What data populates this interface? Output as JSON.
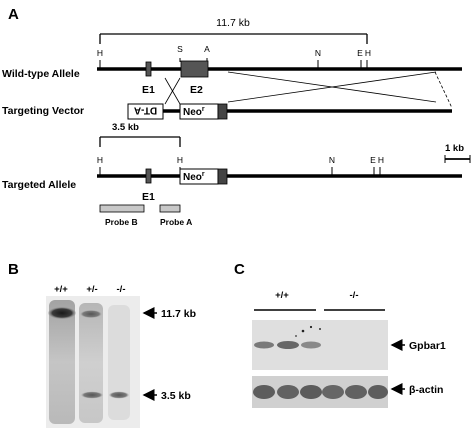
{
  "panelA": {
    "label": "A",
    "size_11_7": "11.7 kb",
    "size_3_5": "3.5 kb",
    "scale": "1 kb",
    "rows": {
      "wildtype": "Wild-type Allele",
      "vector": "Targeting Vector",
      "targeted": "Targeted Allele"
    },
    "sites": {
      "H": "H",
      "S": "S",
      "A": "A",
      "N": "N",
      "E": "E"
    },
    "exons": {
      "e1": "E1",
      "e2": "E2"
    },
    "dta": "DT-A",
    "neo": "Neo",
    "neo_sup": "r",
    "probes": {
      "b": "Probe B",
      "a": "Probe A"
    }
  },
  "panelB": {
    "label": "B",
    "genotypes": [
      "+/+",
      "+/-",
      "-/-"
    ],
    "bands": {
      "upper": "11.7 kb",
      "lower": "3.5 kb"
    }
  },
  "panelC": {
    "label": "C",
    "groups": [
      "+/+",
      "-/-"
    ],
    "rows": {
      "gene": "Gpbar1",
      "control": "β-actin"
    }
  }
}
